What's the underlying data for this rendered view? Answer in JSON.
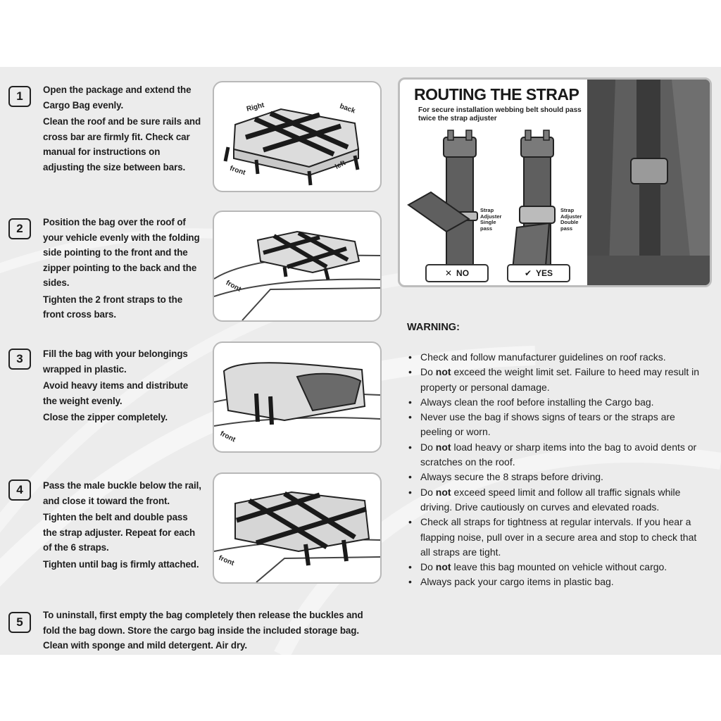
{
  "steps": [
    {
      "number": "1",
      "paragraphs": [
        "Open the package and extend the Cargo Bag evenly.",
        "Clean the roof and be sure rails and cross bar are firmly fit. Check car manual for instructions on adjusting the size between bars."
      ],
      "labels": {
        "right": "Right",
        "back": "back",
        "front": "front",
        "left": "left"
      }
    },
    {
      "number": "2",
      "paragraphs": [
        "Position the bag over the roof of your vehicle evenly with the folding side pointing to the front and the zipper pointing to the back and the sides.",
        "Tighten the 2 front straps to the front cross bars."
      ],
      "labels": {
        "front": "front"
      }
    },
    {
      "number": "3",
      "paragraphs": [
        "Fill the bag with your belongings wrapped in plastic.",
        "Avoid heavy items and distribute the weight evenly.",
        "Close the zipper completely."
      ],
      "labels": {
        "front": "front"
      }
    },
    {
      "number": "4",
      "paragraphs": [
        "Pass the male buckle below the rail, and close it toward the front.",
        "Tighten the belt and double pass the strap adjuster. Repeat for each of the 6 straps.",
        "Tighten until bag is firmly attached."
      ],
      "labels": {
        "front": "front"
      }
    },
    {
      "number": "5",
      "paragraphs": [
        "To uninstall, first empty the bag completely then release the buckles and fold the bag down. Store the cargo bag inside the included storage bag. Clean with sponge and mild detergent. Air dry."
      ]
    }
  ],
  "routing": {
    "title": "ROUTING THE STRAP",
    "subtitle": "For secure installation webbing belt should pass twice the strap adjuster",
    "single_label": "Strap Adjuster Single pass",
    "double_label": "Strap Adjuster Double pass",
    "no_label": "NO",
    "yes_label": "YES"
  },
  "warning": {
    "title": "WARNING:",
    "items": [
      {
        "pre": "Check and follow manufacturer guidelines on roof racks.",
        "bold": "",
        "post": ""
      },
      {
        "pre": "Do ",
        "bold": "not",
        "post": " exceed the weight limit set. Failure to heed may result in property or personal damage."
      },
      {
        "pre": "Always clean the roof before installing the Cargo bag.",
        "bold": "",
        "post": ""
      },
      {
        "pre": "Never use the bag if shows signs of tears or the straps are peeling or worn.",
        "bold": "",
        "post": ""
      },
      {
        "pre": "Do ",
        "bold": "not",
        "post": " load heavy or sharp items into the bag to avoid dents or scratches on the roof."
      },
      {
        "pre": "Always secure the 8 straps before driving.",
        "bold": "",
        "post": ""
      },
      {
        "pre": "Do ",
        "bold": "not",
        "post": " exceed speed limit and follow all traffic signals while driving. Drive cautiously on curves and elevated roads."
      },
      {
        "pre": "Check all straps for tightness at regular intervals. If you hear a flapping noise, pull over in a secure area and stop to check that all straps are tight.",
        "bold": "",
        "post": ""
      },
      {
        "pre": "Do ",
        "bold": "not",
        "post": " leave this bag mounted on vehicle without cargo."
      },
      {
        "pre": "Always pack your cargo items in plastic bag.",
        "bold": "",
        "post": ""
      }
    ]
  },
  "colors": {
    "sheet_bg": "#ececec",
    "strap": "#1a1a1a",
    "bag": "#d9d9d9",
    "frame": "#b8b8b8"
  }
}
